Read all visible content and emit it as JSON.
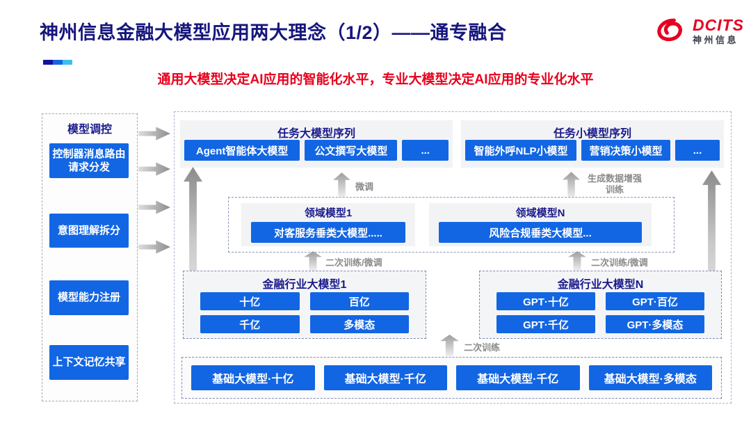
{
  "colors": {
    "accent_blue": "#1266e3",
    "title_navy": "#16167d",
    "group_title_navy": "#1a1a8c",
    "subtitle_red": "#e8001c",
    "logo_red": "#e60021",
    "flow_label_gray": "#8a8a8a"
  },
  "header": {
    "title": "神州信息金融大模型应用两大理念（1/2）——通专融合",
    "subtitle": "通用大模型决定AI应用的智能化水平，专业大模型决定AI应用的专业化水平",
    "logo": {
      "brand": "DCITS",
      "brand_cn": "神州信息",
      "icon": "dcits-swirl-icon"
    },
    "accent_bar_styles": [
      "background:#12129b",
      "background:#1266e3",
      "background:#3cc0ea"
    ]
  },
  "sidebar": {
    "title": "模型调控",
    "items": [
      "控制器消息路由请求分发",
      "意图理解拆分",
      "模型能力注册",
      "上下文记忆共享"
    ]
  },
  "main": {
    "task_large": {
      "title": "任务大模型序列",
      "items": [
        "Agent智能体大模型",
        "公文撰写大模型",
        "..."
      ]
    },
    "task_small": {
      "title": "任务小模型序列",
      "items": [
        "智能外呼NLP小模型",
        "营销决策小模型",
        "..."
      ]
    },
    "domain": {
      "model1": {
        "title": "领域模型1",
        "item": "对客服务垂类大模型....."
      },
      "modelN": {
        "title": "领域模型N",
        "item": "风险合规垂类大模型..."
      }
    },
    "industry1": {
      "title": "金融行业大模型1",
      "items": [
        "十亿",
        "百亿",
        "千亿",
        "多模态"
      ]
    },
    "industryN": {
      "title": "金融行业大模型N",
      "items": [
        "GPT·十亿",
        "GPT·百亿",
        "GPT·千亿",
        "GPT·多模态"
      ]
    },
    "foundation": {
      "items": [
        "基础大模型·十亿",
        "基础大模型·千亿",
        "基础大模型·千亿",
        "基础大模型·多模态"
      ]
    },
    "labels": {
      "finetune": "微调",
      "gen_data_train": "生成数据增强训练",
      "retrain_finetune": "二次训练/微调",
      "retrain": "二次训练"
    }
  }
}
